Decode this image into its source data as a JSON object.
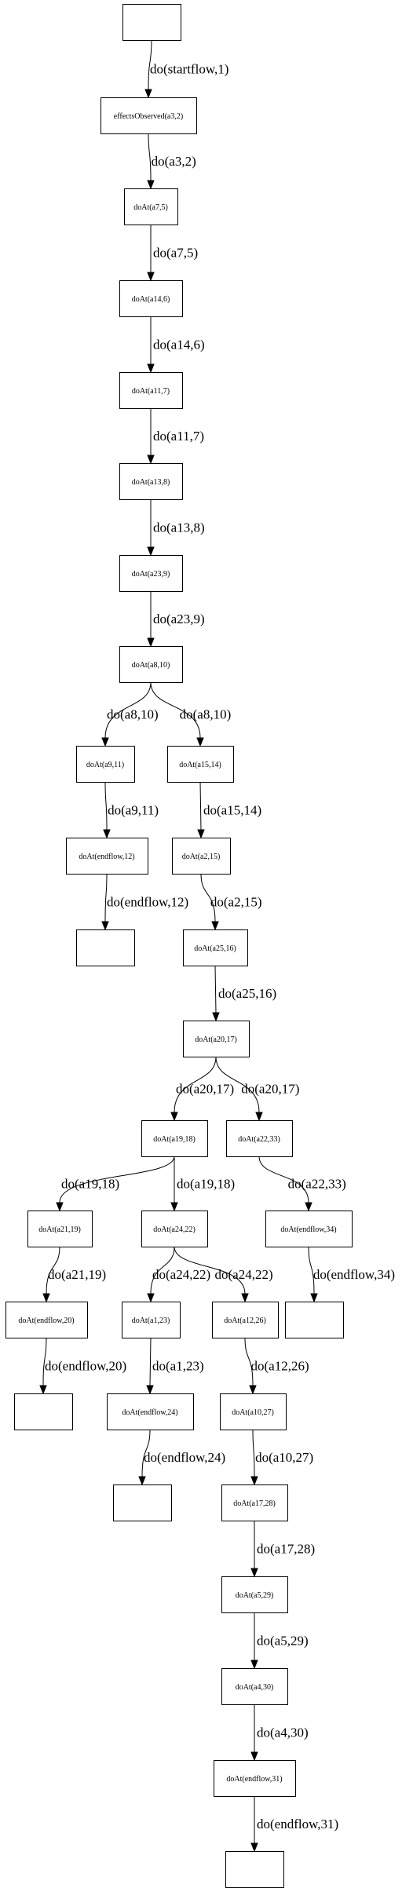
{
  "diagram": {
    "nodes": [
      {
        "id": "n0",
        "label": ""
      },
      {
        "id": "n1",
        "label": "effectsObserved(a3,2)"
      },
      {
        "id": "n2",
        "label": "doAt(a7,5)"
      },
      {
        "id": "n3",
        "label": "doAt(a14,6)"
      },
      {
        "id": "n4",
        "label": "doAt(a11,7)"
      },
      {
        "id": "n5",
        "label": "doAt(a13,8)"
      },
      {
        "id": "n6",
        "label": "doAt(a23,9)"
      },
      {
        "id": "n7",
        "label": "doAt(a8,10)"
      },
      {
        "id": "n8",
        "label": "doAt(a9,11)"
      },
      {
        "id": "n9",
        "label": "doAt(a15,14)"
      },
      {
        "id": "n10",
        "label": "doAt(endflow,12)"
      },
      {
        "id": "n11",
        "label": "doAt(a2,15)"
      },
      {
        "id": "n12",
        "label": ""
      },
      {
        "id": "n13",
        "label": "doAt(a25,16)"
      },
      {
        "id": "n14",
        "label": "doAt(a20,17)"
      },
      {
        "id": "n15",
        "label": "doAt(a19,18)"
      },
      {
        "id": "n16",
        "label": "doAt(a22,33)"
      },
      {
        "id": "n17",
        "label": "doAt(a21,19)"
      },
      {
        "id": "n18",
        "label": "doAt(a24,22)"
      },
      {
        "id": "n19",
        "label": "doAt(endflow,34)"
      },
      {
        "id": "n20",
        "label": "doAt(endflow,20)"
      },
      {
        "id": "n21",
        "label": "doAt(a1,23)"
      },
      {
        "id": "n22",
        "label": "doAt(a12,26)"
      },
      {
        "id": "n23",
        "label": ""
      },
      {
        "id": "n24",
        "label": ""
      },
      {
        "id": "n25",
        "label": "doAt(endflow,24)"
      },
      {
        "id": "n26",
        "label": "doAt(a10,27)"
      },
      {
        "id": "n27",
        "label": ""
      },
      {
        "id": "n28",
        "label": "doAt(a17,28)"
      },
      {
        "id": "n29",
        "label": "doAt(a5,29)"
      },
      {
        "id": "n30",
        "label": "doAt(a4,30)"
      },
      {
        "id": "n31",
        "label": "doAt(endflow,31)"
      },
      {
        "id": "n32",
        "label": ""
      }
    ],
    "edges": [
      {
        "from": "n0",
        "to": "n1",
        "label": "do(startflow,1)"
      },
      {
        "from": "n1",
        "to": "n2",
        "label": "do(a3,2)"
      },
      {
        "from": "n2",
        "to": "n3",
        "label": "do(a7,5)"
      },
      {
        "from": "n3",
        "to": "n4",
        "label": "do(a14,6)"
      },
      {
        "from": "n4",
        "to": "n5",
        "label": "do(a11,7)"
      },
      {
        "from": "n5",
        "to": "n6",
        "label": "do(a13,8)"
      },
      {
        "from": "n6",
        "to": "n7",
        "label": "do(a23,9)"
      },
      {
        "from": "n7",
        "to": "n8",
        "label": "do(a8,10)"
      },
      {
        "from": "n7",
        "to": "n9",
        "label": "do(a8,10)"
      },
      {
        "from": "n8",
        "to": "n10",
        "label": "do(a9,11)"
      },
      {
        "from": "n9",
        "to": "n11",
        "label": "do(a15,14)"
      },
      {
        "from": "n10",
        "to": "n12",
        "label": "do(endflow,12)"
      },
      {
        "from": "n11",
        "to": "n13",
        "label": "do(a2,15)"
      },
      {
        "from": "n13",
        "to": "n14",
        "label": "do(a25,16)"
      },
      {
        "from": "n14",
        "to": "n15",
        "label": "do(a20,17)"
      },
      {
        "from": "n14",
        "to": "n16",
        "label": "do(a20,17)"
      },
      {
        "from": "n15",
        "to": "n17",
        "label": "do(a19,18)"
      },
      {
        "from": "n15",
        "to": "n18",
        "label": "do(a19,18)"
      },
      {
        "from": "n16",
        "to": "n19",
        "label": "do(a22,33)"
      },
      {
        "from": "n17",
        "to": "n20",
        "label": "do(a21,19)"
      },
      {
        "from": "n18",
        "to": "n21",
        "label": "do(a24,22)"
      },
      {
        "from": "n18",
        "to": "n22",
        "label": "do(a24,22)"
      },
      {
        "from": "n19",
        "to": "n23",
        "label": "do(endflow,34)"
      },
      {
        "from": "n20",
        "to": "n24",
        "label": "do(endflow,20)"
      },
      {
        "from": "n21",
        "to": "n25",
        "label": "do(a1,23)"
      },
      {
        "from": "n22",
        "to": "n26",
        "label": "do(a12,26)"
      },
      {
        "from": "n25",
        "to": "n27",
        "label": "do(endflow,24)"
      },
      {
        "from": "n26",
        "to": "n28",
        "label": "do(a10,27)"
      },
      {
        "from": "n28",
        "to": "n29",
        "label": "do(a17,28)"
      },
      {
        "from": "n29",
        "to": "n30",
        "label": "do(a5,29)"
      },
      {
        "from": "n30",
        "to": "n31",
        "label": "do(a4,30)"
      },
      {
        "from": "n31",
        "to": "n32",
        "label": "do(endflow,31)"
      }
    ]
  }
}
